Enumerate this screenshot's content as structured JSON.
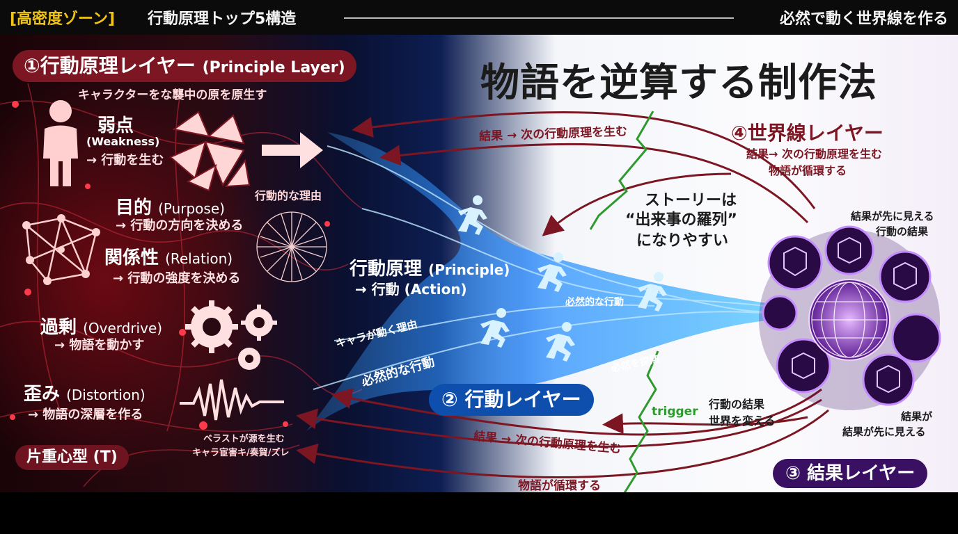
{
  "header": {
    "tag": "[高密度ゾーン]",
    "title": "行動原理トップ5構造",
    "right": "必然で動く世界線を作る"
  },
  "main_title": "物語を逆算する制作法",
  "layer1": {
    "label": "①行動原理レイヤー",
    "label_en": "(Principle Layer)",
    "subtitle": "キャラクターをな襲中の原を原生す",
    "items": [
      {
        "name": "弱点",
        "en": "(Weakness)",
        "desc": "→ 行動を生む"
      },
      {
        "name": "目的",
        "en": "(Purpose)",
        "desc": "→ 行動の方向を決める"
      },
      {
        "name": "関係性",
        "en": "(Relation)",
        "desc": "→ 行動の強度を決める"
      },
      {
        "name": "過剰",
        "en": "(Overdrive)",
        "desc": "→ 物語を動かす"
      },
      {
        "name": "歪み",
        "en": "(Distortion)",
        "desc": "→ 物語の深層を作る"
      }
    ],
    "reason_label": "行動的な理由",
    "bottom_note1": "ベラストが源を生む",
    "bottom_note2": "キャラ宦害キ/奏賀/ズレ",
    "type_badge": "片重心型 (T)"
  },
  "layer2": {
    "label": "② 行動レイヤー",
    "principle": "行動原理",
    "principle_en": "(Principle)",
    "action": "→ 行動 (Action)",
    "chara_reason": "キャラが動く理由",
    "inevitable_action": "必然的な行動",
    "inevitable_action2": "必然的な行動",
    "explore": "必然を探熱"
  },
  "layer3": {
    "label": "③ 結果レイヤー",
    "top1": "結果が先に見える",
    "top2": "行動の結果",
    "right1": "結果が",
    "right2": "結果が先に見える",
    "change1": "行動の結果",
    "change2": "世界を変える"
  },
  "layer4": {
    "label": "④世界線レイヤー",
    "desc1": "結果→ 次の行動原理を生む",
    "desc2": "物語が循環する"
  },
  "loops": {
    "top": "結果 → 次の行動原理を生む",
    "bottom1": "結果 → 次の行動原理を生む",
    "bottom2": "物語が循環する"
  },
  "story": {
    "line1": "ストーリーは",
    "line2": "“出来事の羅列”",
    "line3": "になりやすい"
  },
  "trigger": "trigger",
  "icons": [
    "person-icon",
    "shattered-glass-icon",
    "arrow-right-icon",
    "network-icon",
    "mesh-ball-icon",
    "gears-icon",
    "waveform-icon",
    "runner-icon",
    "hexagon-cluster-icon",
    "globe-icon"
  ],
  "colors": {
    "layer1": "#7c1622",
    "layer2": "#0e4fae",
    "layer3": "#3a1062",
    "accent": "#f0c419",
    "trigger": "#2e9a2e"
  }
}
